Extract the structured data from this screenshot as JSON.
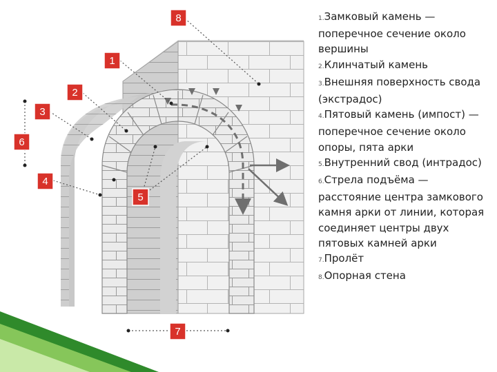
{
  "callouts": [
    "8",
    "1",
    "2",
    "3",
    "6",
    "4",
    "5",
    "7"
  ],
  "legend": [
    {
      "num": "1.",
      "text": "Замковый камень — поперечное сечение около вершины"
    },
    {
      "num": "2.",
      "text": "Клинчатый камень"
    },
    {
      "num": "3.",
      "text": "Внешняя поверхность свода (экстрадос)"
    },
    {
      "num": "4.",
      "text": "Пятовый камень (импост) — поперечное сечение около опоры, пята арки"
    },
    {
      "num": "5.",
      "text": "Внутренний свод (интрадос)"
    },
    {
      "num": "6.",
      "text": "Стрела подъёма — расстояние центра замкового камня арки от линии, которая соединяет центры двух пятовых камней арки"
    },
    {
      "num": "7.",
      "text": "Пролёт"
    },
    {
      "num": "8.",
      "text": "Опорная стена"
    }
  ],
  "colors": {
    "callout_red": "#d8322a",
    "stone_face": "#e9e9e9",
    "stone_side": "#c4c4c4",
    "wall": "#f1f1f1",
    "mortar": "#8a8a8a",
    "arrow": "#6f6f6f",
    "corner_green": "#2f8a2b"
  }
}
